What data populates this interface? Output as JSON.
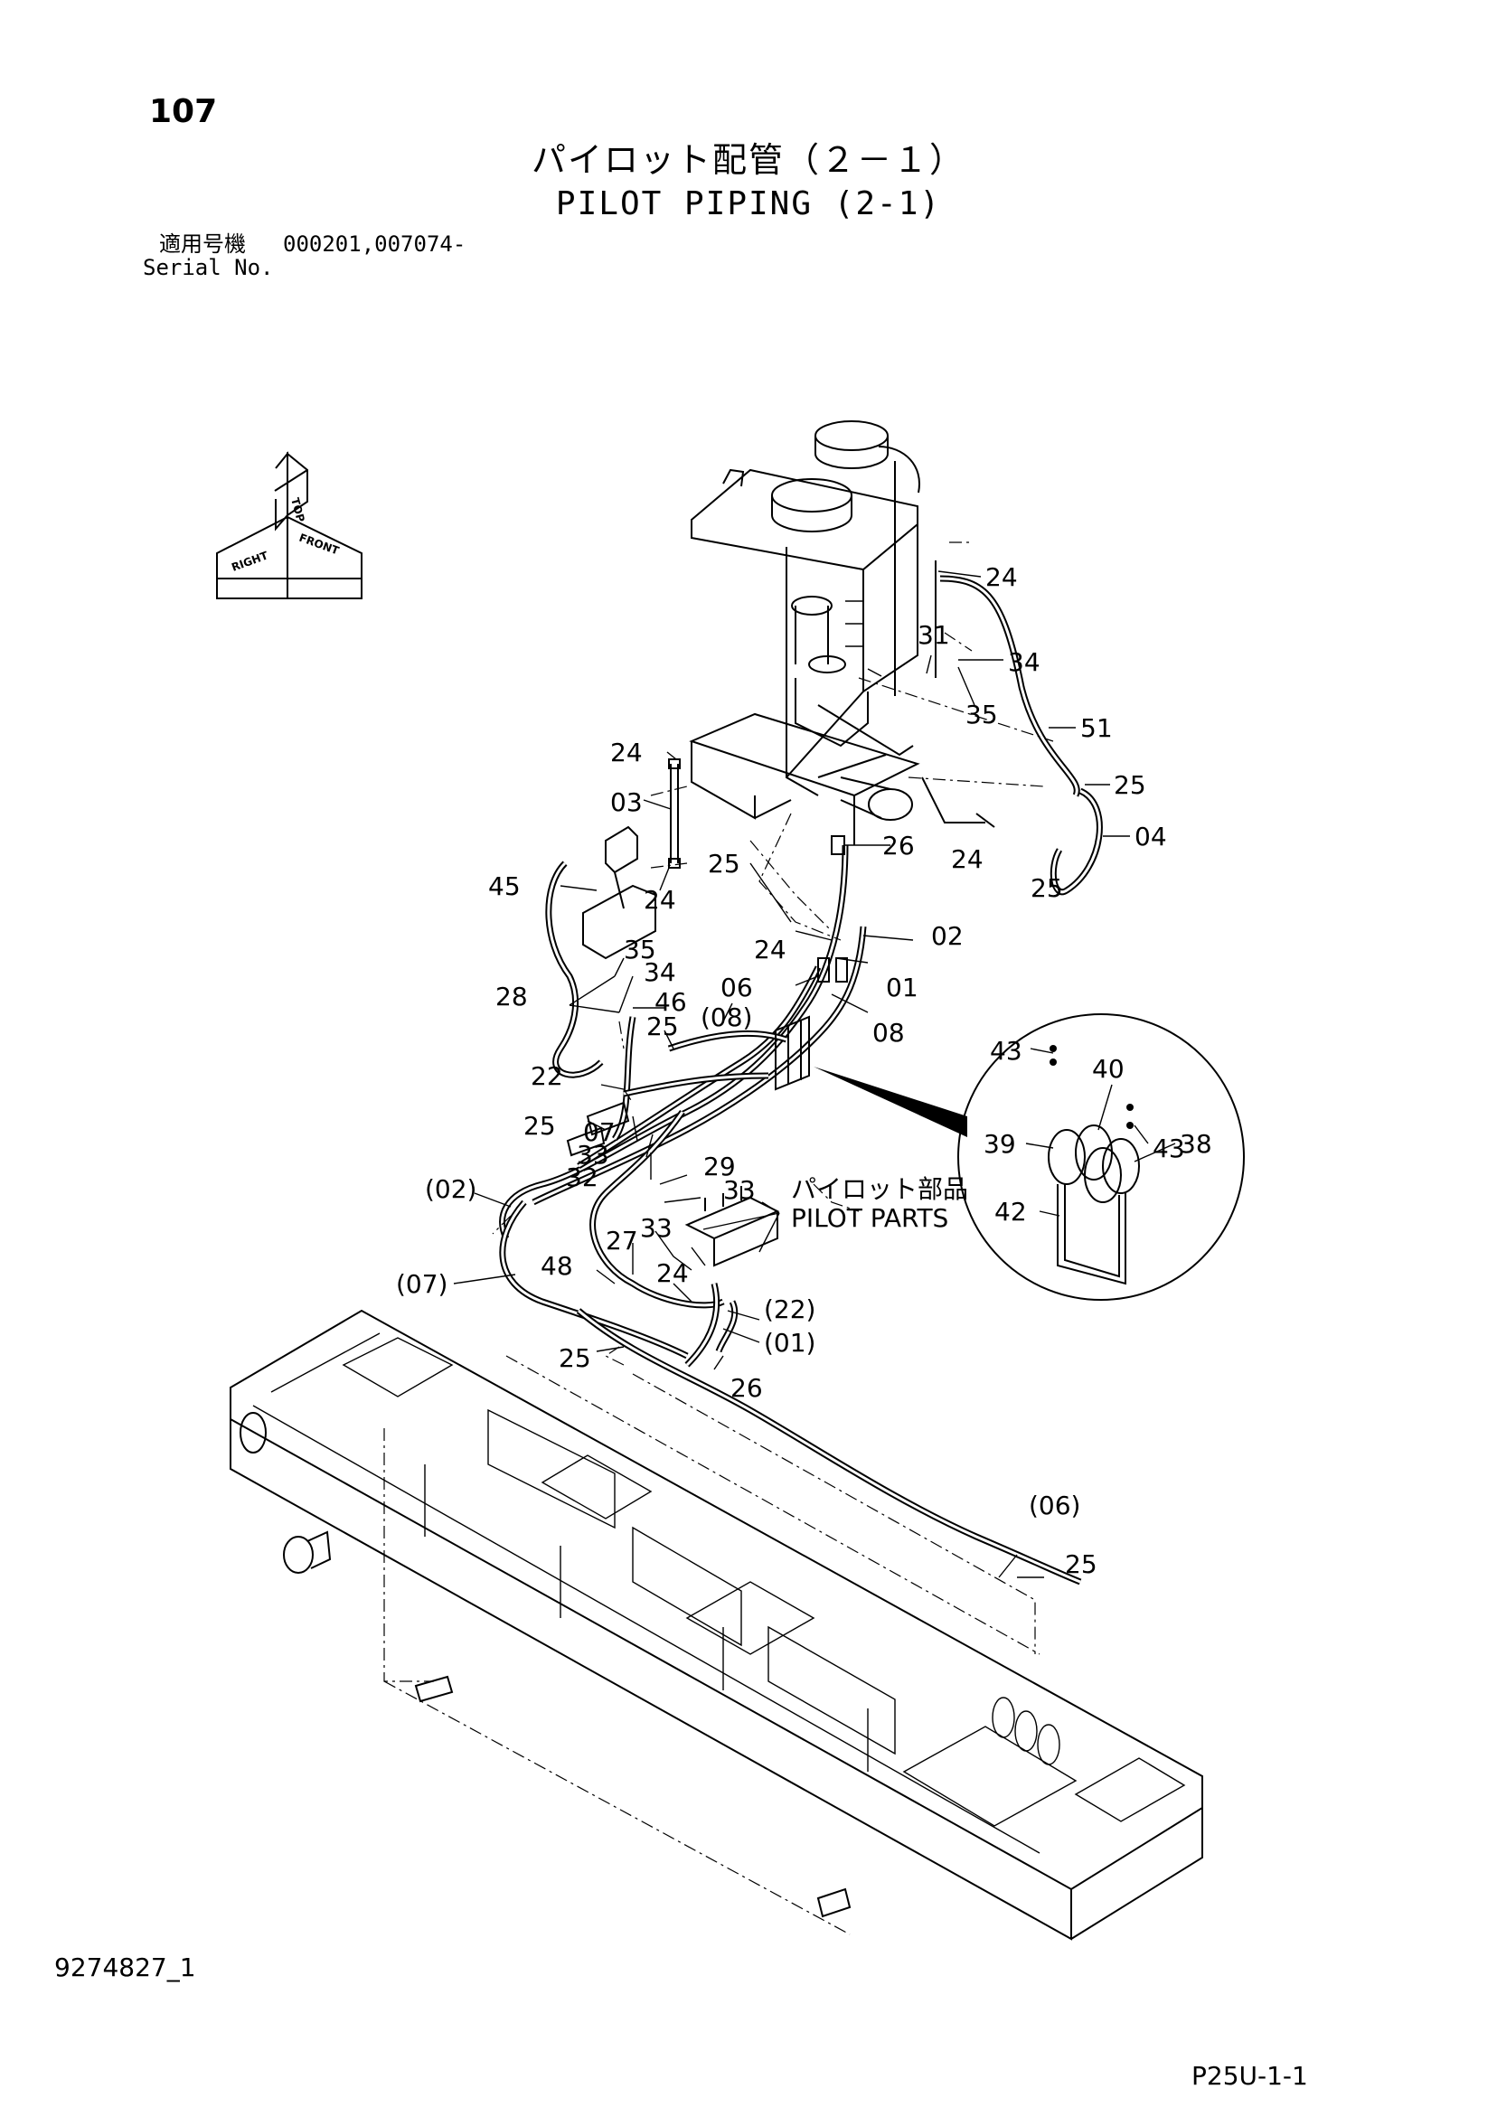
{
  "header": {
    "page_number": "107",
    "title_jp": "パイロット配管（２－１）",
    "title_en": "PILOT PIPING (2-1)",
    "serial_label_jp": "適用号機",
    "serial_values": "000201,007074-",
    "serial_label_en": "Serial No."
  },
  "orientation": {
    "top": "TOP",
    "front": "FRONT",
    "right": "RIGHT"
  },
  "callouts": {
    "c24_a": "24",
    "c31": "31",
    "c34_a": "34",
    "c35_a": "35",
    "c51": "51",
    "c25_a": "25",
    "c04": "04",
    "c24_b": "24",
    "c25_b": "25",
    "c24_c": "24",
    "c03": "03",
    "c26_a": "26",
    "c25_c": "25",
    "c45": "45",
    "c24_d": "24",
    "c24_e": "24",
    "c02": "02",
    "c35_b": "35",
    "c34_b": "34",
    "c06": "06",
    "c01": "01",
    "c28": "28",
    "c46": "46",
    "c25_d": "25",
    "c08p": "(08)",
    "c08": "08",
    "c22": "22",
    "c25_e": "25",
    "c07": "07",
    "c33_a": "33",
    "c32": "32",
    "c29": "29",
    "c33_b": "33",
    "c02p": "(02)",
    "c27": "27",
    "c33_c": "33",
    "c48": "48",
    "c24_f": "24",
    "c07p": "(07)",
    "c22p": "(22)",
    "c01p": "(01)",
    "c25_f": "25",
    "c26_b": "26",
    "c06p": "(06)",
    "c25_g": "25",
    "c43_a": "43",
    "c40": "40",
    "c43_b": "43",
    "c39": "39",
    "c38": "38",
    "c42": "42"
  },
  "pilot_parts": {
    "label_jp": "パイロット部品",
    "label_en": "PILOT PARTS"
  },
  "footer": {
    "document_number": "9274827_1",
    "sheet_code": "P25U-1-1"
  }
}
